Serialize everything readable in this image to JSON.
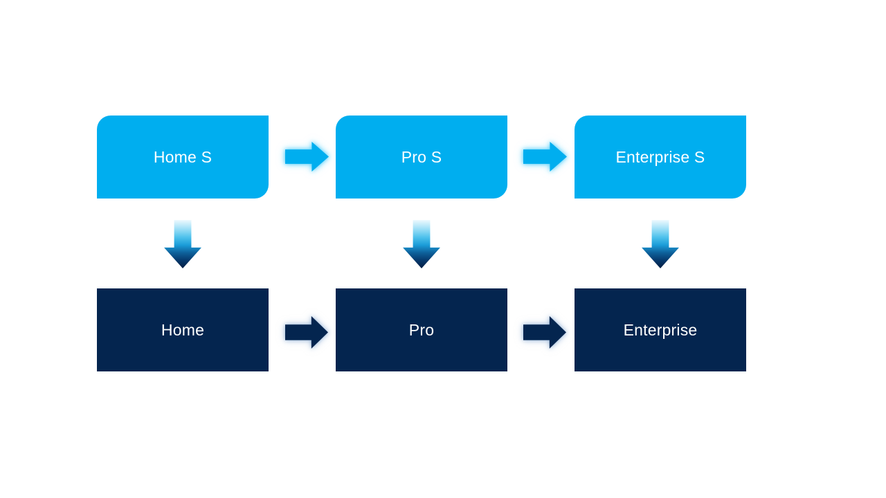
{
  "slide": {
    "background": "#FFFFFF"
  },
  "colors": {
    "upper_box_fill": "#00AEEF",
    "lower_box_fill": "#04254F",
    "box_text": "#FFFFFF",
    "light_arrow_fill": "#00AEEF",
    "light_arrow_glow": "#50CDFA",
    "dark_arrow_fill": "#04254F",
    "dark_arrow_glow": "#96B4D7",
    "down_arrow_gradient_top": "#EEF9FE",
    "down_arrow_gradient_mid": "#1B9CD8",
    "down_arrow_gradient_bottom": "#021D42"
  },
  "diagram": {
    "type": "flow-grid",
    "flow_direction": "left-to-right and top-to-bottom",
    "columns": [
      {
        "top": {
          "label": "Home S"
        },
        "bottom": {
          "label": "Home"
        }
      },
      {
        "top": {
          "label": "Pro S"
        },
        "bottom": {
          "label": "Pro"
        }
      },
      {
        "top": {
          "label": "Enterprise S"
        },
        "bottom": {
          "label": "Enterprise"
        }
      }
    ],
    "connectors": {
      "top_row_right_arrows": 2,
      "bottom_row_right_arrows": 2,
      "down_arrows": 3
    }
  }
}
